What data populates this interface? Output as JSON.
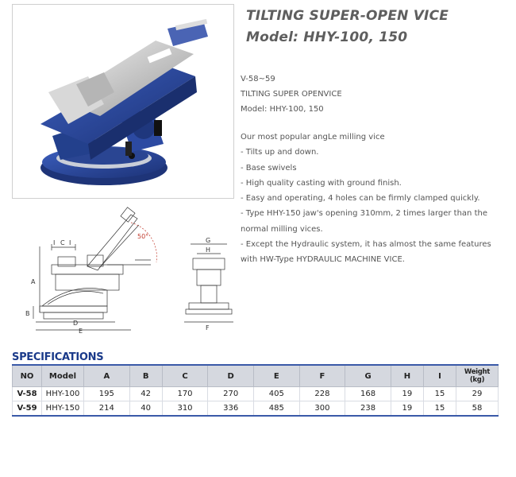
{
  "header": {
    "title": "TILTING SUPER-OPEN VICE",
    "model": "Model: HHY-100, 150"
  },
  "meta": {
    "code": "V-58~59",
    "name": "TILTING SUPER OPENVICE",
    "model": "Model: HHY-100, 150"
  },
  "description": [
    "Our most popular angLe milling vice",
    "- Tilts up and down.",
    "- Base swivels",
    "- High quality casting with ground finish.",
    "- Easy and operating, 4 holes can be firmly clamped quickly.",
    "- Type HHY-150 jaw's opening 310mm, 2 times larger than the",
    "normal milling vices.",
    "- Except the Hydraulic system, it has almost the same features",
    "with HW-Type HYDRAULIC MACHINE VICE."
  ],
  "drawing": {
    "angle": "50°",
    "labels": {
      "a": "A",
      "b": "B",
      "c": "C",
      "i": "I",
      "d": "D",
      "e": "E",
      "f": "F",
      "g": "G",
      "h": "H"
    }
  },
  "specs": {
    "title": "SPECIFICATIONS",
    "headers": [
      "NO",
      "Model",
      "A",
      "B",
      "C",
      "D",
      "E",
      "F",
      "G",
      "H",
      "I",
      "Weight (kg)"
    ],
    "rows": [
      [
        "V-58",
        "HHY-100",
        "195",
        "42",
        "170",
        "270",
        "405",
        "228",
        "168",
        "19",
        "15",
        "29"
      ],
      [
        "V-59",
        "HHY-150",
        "214",
        "40",
        "310",
        "336",
        "485",
        "300",
        "238",
        "19",
        "15",
        "58"
      ]
    ]
  },
  "colors": {
    "vice_blue": "#2b4aa0",
    "spec_title": "#1a3a8a",
    "header_fill": "#d5d8df"
  }
}
